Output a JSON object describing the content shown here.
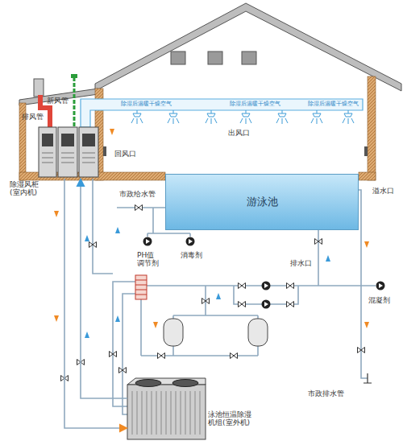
{
  "diagram": {
    "nodes": [
      {
        "text": [
          "除湿风柜(室内机)"
        ]
      },
      {
        "text": [
          "游泳池"
        ]
      },
      {
        "text": [
          "泳池恒温除湿机组(室外机)"
        ]
      }
    ],
    "edges": [
      {
        "from": 2,
        "to": 0,
        "arrow": "to"
      },
      {
        "from": 0,
        "to": 2,
        "arrow": "to"
      }
    ],
    "labels": [
      "新风管",
      "排风管",
      "除湿后温暖干燥空气",
      "除湿后温暖干燥空气",
      "除湿后温暖干燥空气",
      "回风口",
      "出风口",
      "溢水口",
      "市政给水管",
      "PH值调节剂",
      "消毒剂",
      "排水口",
      "混凝剂",
      "市政排水管"
    ]
  }
}
